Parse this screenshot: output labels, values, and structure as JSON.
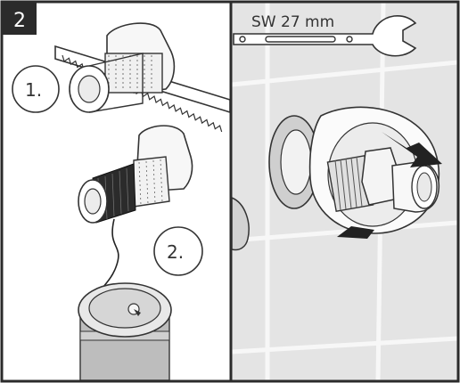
{
  "step_number": "2",
  "substeps": [
    {
      "label": "1."
    },
    {
      "label": "2."
    }
  ],
  "wrench": {
    "label": "SW 27 mm"
  },
  "colors": {
    "frame": "#2b2b2b",
    "step_badge": "#2b2b2b",
    "tile_bg": "#e4e4e4",
    "grout": "#f7f7f7",
    "metal_light": "#f2f2f2",
    "metal_mid": "#c9c9c9",
    "can_body": "#bdbdbd",
    "arrow": "#222222"
  }
}
